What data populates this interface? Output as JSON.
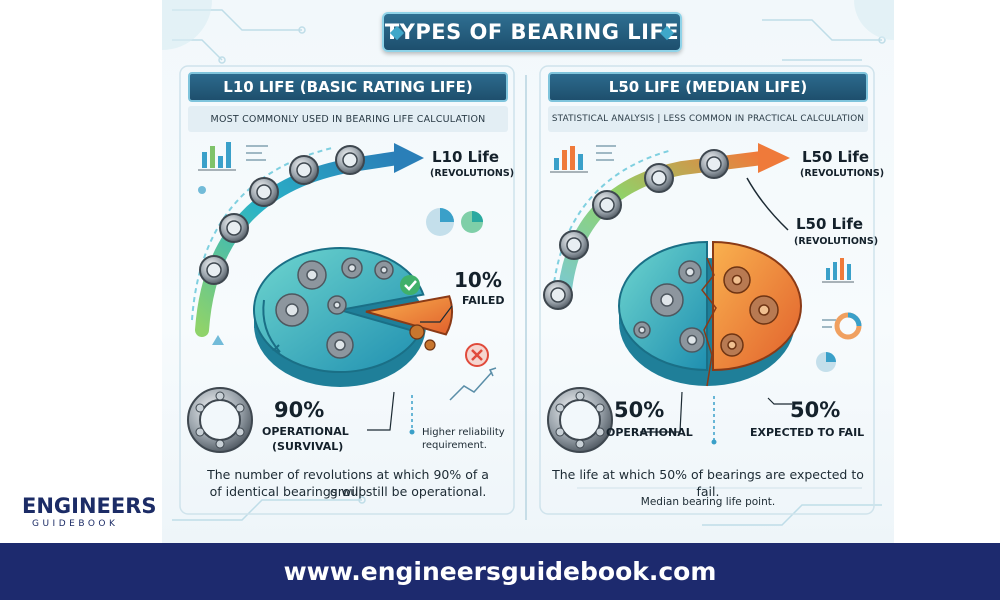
{
  "title": "TYPES OF BEARING LIFE",
  "left_panel": {
    "header": "L10 LIFE (BASIC RATING LIFE)",
    "subheader": "MOST COMMONLY USED IN BEARING LIFE CALCULATION",
    "arrow_label": "L10 Life",
    "arrow_sublabel": "(REVOLUTIONS)",
    "failed_percent": "10%",
    "failed_label": "FAILED",
    "operational_percent": "90%",
    "operational_label": "OPERATIONAL",
    "operational_sublabel": "(SURVIVAL)",
    "note": "Higher reliability requirement.",
    "description_line1": "The number of revolutions at which 90% of a group",
    "description_line2": "of identical bearings will still be operational."
  },
  "right_panel": {
    "header": "L50 LIFE (MEDIAN LIFE)",
    "subheader": "STATISTICAL ANALYSIS | LESS COMMON IN PRACTICAL CALCULATION",
    "arrow_label": "L50 Life",
    "arrow_sublabel": "(REVOLUTIONS)",
    "side_label": "L50 Life",
    "side_sublabel": "(REVOLUTIONS)",
    "operational_percent": "50%",
    "operational_label": "OPERATIONAL",
    "failed_percent": "50%",
    "failed_label": "EXPECTED TO FAIL",
    "description": "The life at which 50% of bearings are expected to fail.",
    "note": "Median bearing life point."
  },
  "chart_data": [
    {
      "type": "pie",
      "title": "L10 LIFE (BASIC RATING LIFE)",
      "categories": [
        "OPERATIONAL (SURVIVAL)",
        "FAILED"
      ],
      "values": [
        90,
        10
      ]
    },
    {
      "type": "pie",
      "title": "L50 LIFE (MEDIAN LIFE)",
      "categories": [
        "OPERATIONAL",
        "EXPECTED TO FAIL"
      ],
      "values": [
        50,
        50
      ]
    }
  ],
  "logo": {
    "main": "ENGINEERS",
    "sub": "GUIDEBOOK"
  },
  "footer": {
    "url": "www.engineersguidebook.com"
  },
  "colors": {
    "operational": "#3ab0b8",
    "failed": "#ef8a3c",
    "header": "#1e4f6d",
    "footer": "#1d2a6e",
    "arrow": "#2aa9c9"
  }
}
